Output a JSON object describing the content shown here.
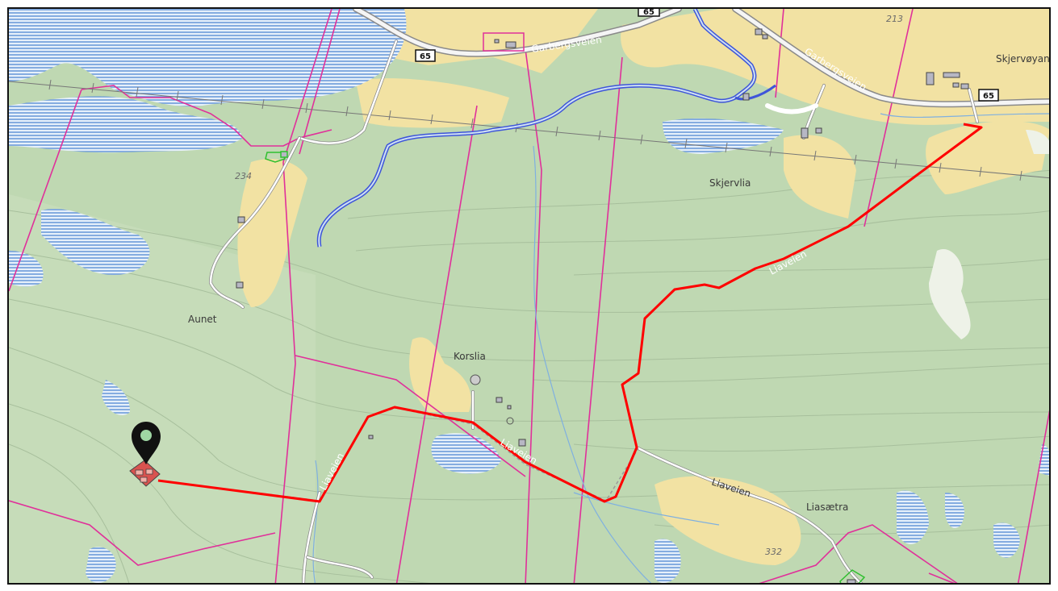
{
  "map": {
    "place_labels": {
      "aunet": "Aunet",
      "korslia": "Korslia",
      "skjervlia": "Skjervlia",
      "skjervoyan": "Skjervøyan",
      "liasaetra": "Liasætra"
    },
    "road_labels": {
      "garbergsveien_1": "Garbergsveien",
      "garbergsveien_2": "Garbergsveien",
      "liaveien_1": "Liaveien",
      "liaveien_2": "Liaveien",
      "liaveien_3": "Liaveien",
      "liaveien_4": "Liaveien"
    },
    "elevations": {
      "e234": "234",
      "e213": "213",
      "e332": "332"
    },
    "route_shields": {
      "r65_a": "65",
      "r65_b": "65",
      "r65_c": "65"
    },
    "colors": {
      "forest": "#bfd8b2",
      "field": "#f2e2a3",
      "water": "#cfe1f2",
      "water_hatch": "#5b8fd6",
      "route": "#ff0000",
      "river": "#3e55d9",
      "boundary": "#e0309a",
      "road_casing": "#8a8a8a",
      "road_fill": "#ffffff"
    },
    "marker_icon": "location-pin-icon"
  }
}
